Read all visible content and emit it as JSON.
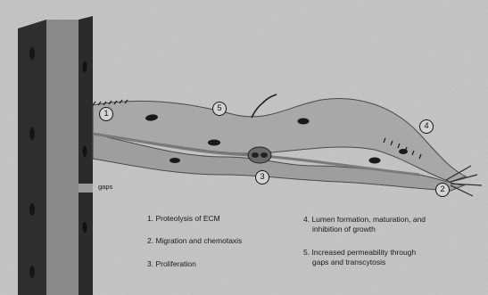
{
  "figure": {
    "step_markers": [
      "1",
      "2",
      "3",
      "4",
      "5"
    ],
    "gaps_label": "gaps",
    "legend": [
      "1. Proteolysis of ECM",
      "2. Migration and chemotaxis",
      "3. Proliferation",
      "4. Lumen formation, maturation, and",
      "inhibition of growth",
      "5. Increased permeability through",
      "gaps and transcytosis"
    ],
    "colors": {
      "background": "#c4c4c4",
      "vessel_wall": "#2e2e2e",
      "vessel_lumen": "#8a8a8a",
      "sprout": "#a6a6a6",
      "nucleus": "#1a1a1a"
    }
  }
}
